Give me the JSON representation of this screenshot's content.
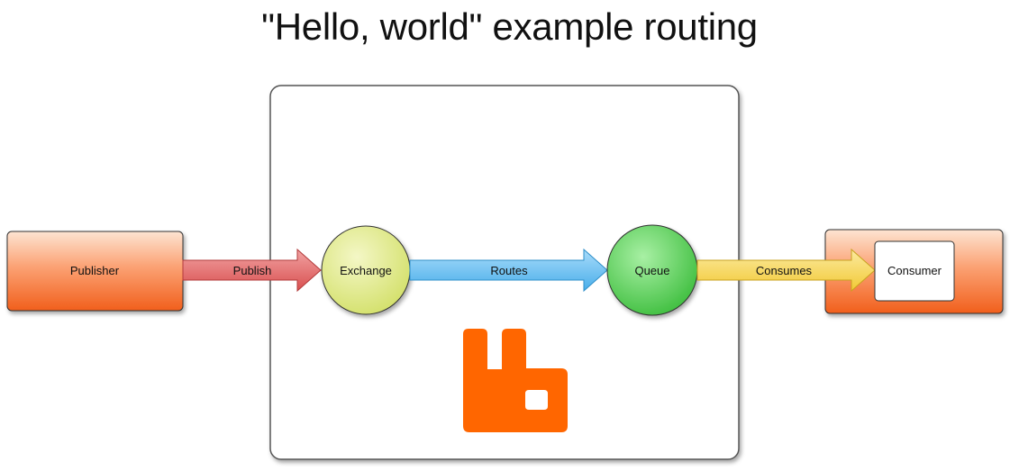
{
  "title": "\"Hello, world\" example routing",
  "nodes": {
    "publisher": "Publisher",
    "exchange": "Exchange",
    "queue": "Queue",
    "consumer": "Consumer"
  },
  "edges": {
    "publish": "Publish",
    "routes": "Routes",
    "consumes": "Consumes"
  },
  "logo_icon": "rabbitmq-logo-icon",
  "colors": {
    "publisher_fill": "#f47b40",
    "consumer_fill": "#f47b40",
    "exchange_fill": "#dfe98a",
    "queue_fill": "#62d461",
    "publish_arrow": "#e36464",
    "routes_arrow": "#5fb9ef",
    "consumes_arrow": "#f6d44a",
    "logo": "#ff6600",
    "broker_box": "#ffffff"
  }
}
